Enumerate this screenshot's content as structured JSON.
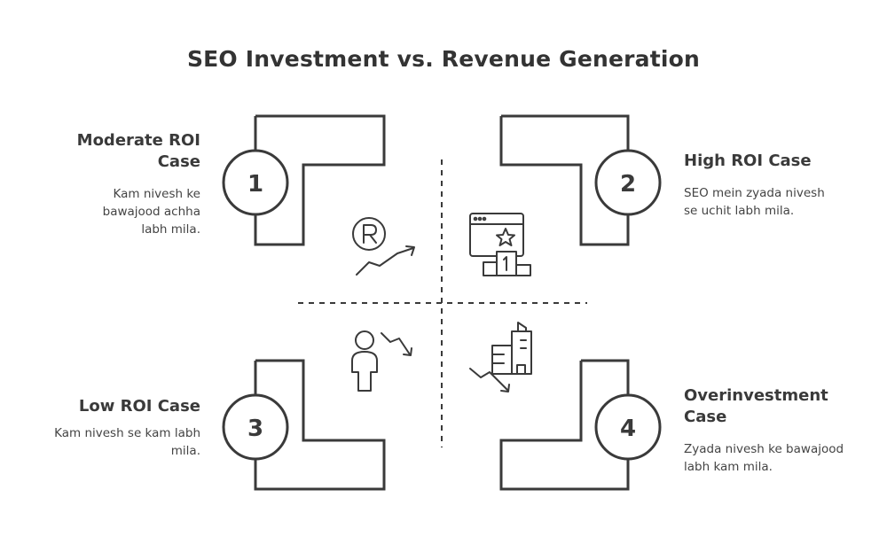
{
  "title": "SEO Investment vs. Revenue Generation",
  "quadrants": [
    {
      "number": "1",
      "heading": "Moderate ROI Case",
      "description": "Kam nivesh ke bawajood achha labh mila."
    },
    {
      "number": "2",
      "heading": "High ROI Case",
      "description": "SEO mein zyada nivesh se uchit labh mila."
    },
    {
      "number": "3",
      "heading": "Low ROI Case",
      "description": "Kam nivesh se kam labh mila."
    },
    {
      "number": "4",
      "heading": "Overinvestment Case",
      "description": "Zyada nivesh ke bawajood labh kam mila."
    }
  ],
  "icons": {
    "q1": "revenue-growth-icon",
    "q2": "winner-podium-icon",
    "q3": "person-decline-icon",
    "q4": "building-decline-icon"
  },
  "colors": {
    "stroke": "#3a3a3a",
    "background": "#ffffff"
  }
}
